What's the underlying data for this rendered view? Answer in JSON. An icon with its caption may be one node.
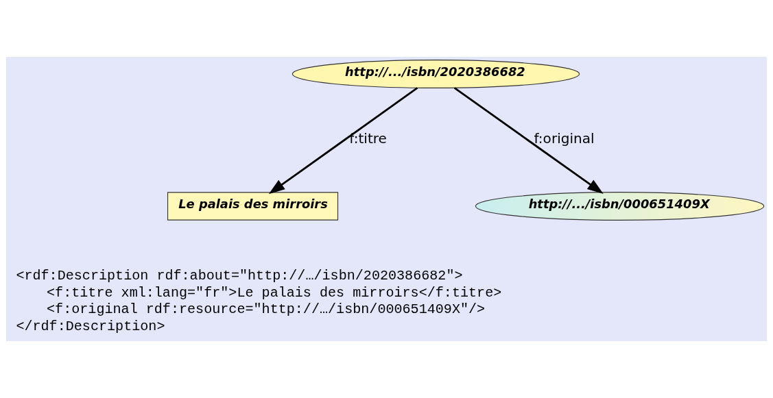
{
  "diagram": {
    "nodes": [
      {
        "text": [
          "http://.../isbn/2020386682"
        ]
      },
      {
        "text": [
          "Le palais des mirroirs"
        ]
      },
      {
        "text": [
          "http://.../isbn/000651409X"
        ]
      }
    ],
    "edges": [
      {
        "from": 0,
        "to": 1,
        "arrow": "to",
        "label": "f:titre"
      },
      {
        "from": 0,
        "to": 2,
        "arrow": "to",
        "label": "f:original"
      }
    ],
    "labels": [
      "<rdf:Description rdf:about=\"http://…/isbn/2020386682\">",
      "<f:titre xml:lang=\"fr\">Le palais des mirroirs</f:titre>",
      "<f:original rdf:resource=\"http://…/isbn/000651409X\"/>",
      "</rdf:Description>"
    ]
  }
}
